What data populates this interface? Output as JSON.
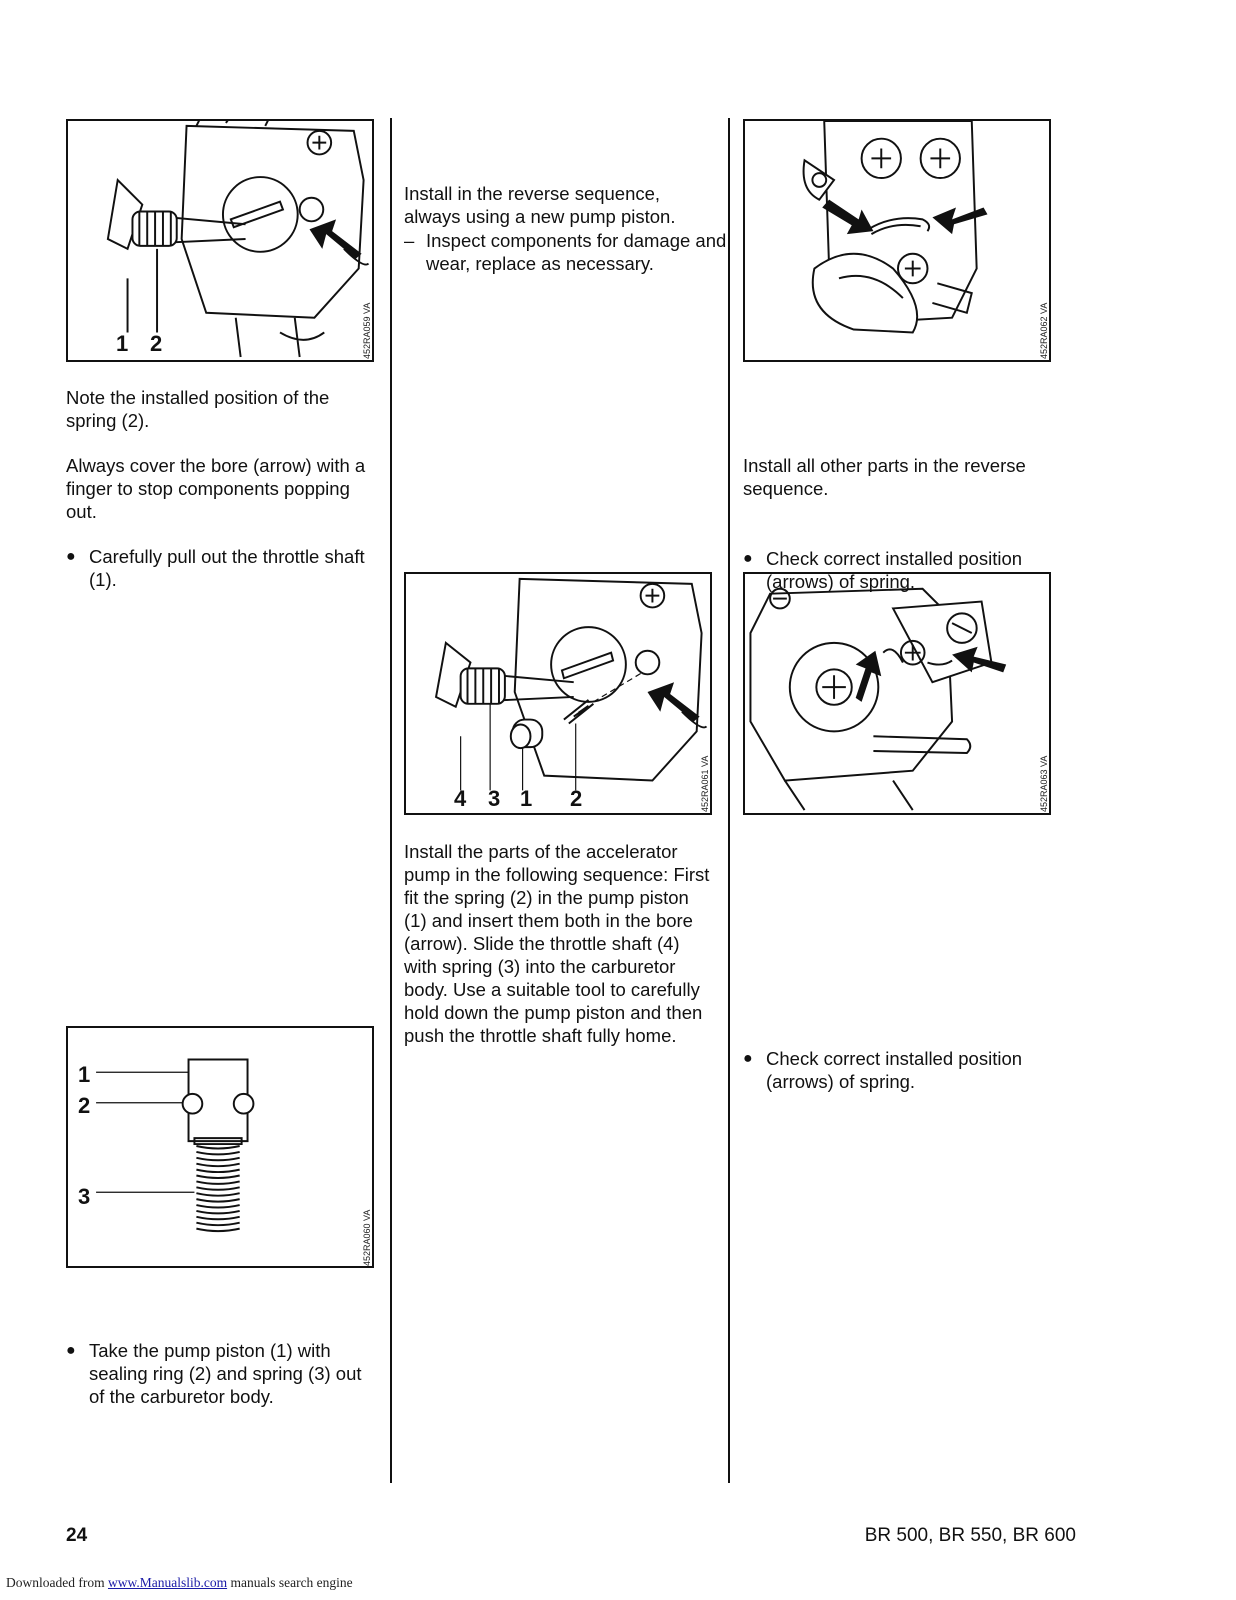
{
  "figures": {
    "fig1": {
      "code": "452RA059 VA",
      "callouts": [
        "1",
        "2"
      ]
    },
    "fig2": {
      "code": "452RA060 VA",
      "callouts": [
        "1",
        "2",
        "3"
      ]
    },
    "fig3": {
      "code": "452RA061 VA",
      "callouts": [
        "4",
        "3",
        "1",
        "2"
      ]
    },
    "fig4": {
      "code": "452RA062 VA"
    },
    "fig5": {
      "code": "452RA063 VA"
    }
  },
  "col1": {
    "p1": "Note the installed position of the spring (2).",
    "p2": "Always cover the bore (arrow) with a finger to stop components popping out.",
    "b1": "Carefully pull out the throttle shaft (1).",
    "b2": "Take the pump piston (1) with sealing ring (2) and spring (3) out of the carburetor body."
  },
  "col2": {
    "dash1": "Inspect components for damage and wear, replace as necessary.",
    "p1": "Install in the reverse sequence, always using a new pump piston.",
    "p2": "Install the parts of the accelerator pump in the following sequence: First fit the spring (2) in the pump piston (1) and insert them both in the bore (arrow). Slide the throttle shaft (4) with spring (3) into the carburetor body. Use a suitable tool to carefully hold down the pump piston and then push the throttle shaft fully home."
  },
  "col3": {
    "b1": "Check correct installed position (arrows) of spring.",
    "p1": "Install all other parts in the reverse sequence.",
    "b2": "Check correct installed position (arrows) of spring."
  },
  "footer": {
    "page_number": "24",
    "models": "BR 500, BR 550, BR 600",
    "download_prefix": "Downloaded from ",
    "download_link": "www.Manualslib.com",
    "download_suffix": " manuals search engine"
  },
  "symbols": {
    "bullet": "●",
    "dash": "–"
  }
}
